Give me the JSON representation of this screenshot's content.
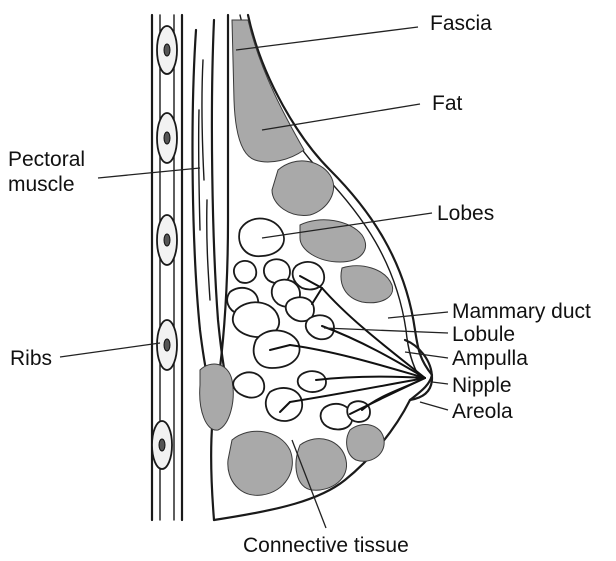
{
  "labels": {
    "fascia": "Fascia",
    "fat": "Fat",
    "pectoral_line1": "Pectoral",
    "pectoral_line2": "muscle",
    "lobes": "Lobes",
    "mammary_duct": "Mammary duct",
    "lobule": "Lobule",
    "ribs": "Ribs",
    "ampulla": "Ampulla",
    "nipple": "Nipple",
    "areola": "Areola",
    "connective_tissue": "Connective tissue"
  },
  "colors": {
    "ink": "#1a1a1a",
    "fat_tissue": "#a9a9a9",
    "background": "#ffffff"
  }
}
